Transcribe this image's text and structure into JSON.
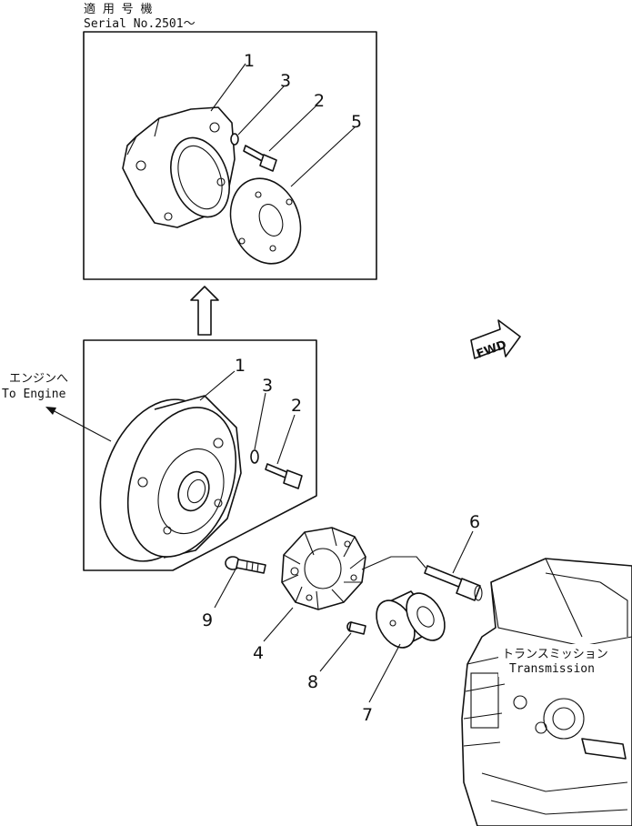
{
  "header": {
    "applicable_jp": "適 用 号 機",
    "serial": "Serial No.2501～"
  },
  "labels": {
    "to_engine_jp": "エンジンへ",
    "to_engine_en": "To Engine",
    "transmission_jp": "トランスミッション",
    "transmission_en": "Transmission",
    "fwd": "FWD"
  },
  "callouts": {
    "upper": [
      "1",
      "3",
      "2",
      "5"
    ],
    "lower": [
      "1",
      "3",
      "2"
    ],
    "main": [
      "6",
      "9",
      "4",
      "8",
      "7"
    ]
  }
}
